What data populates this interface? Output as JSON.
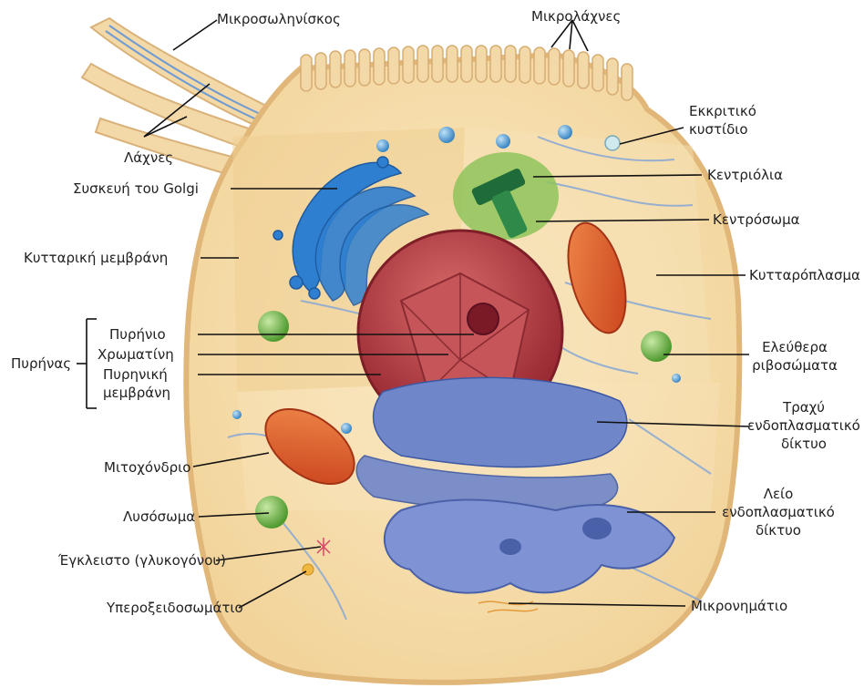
{
  "labels": {
    "mikrosolinisko": "Μικροσωληνίσκος",
    "mikrolaxnes": "Μικρολάχνες",
    "laxnes": "Λάχνες",
    "ekkritiko_kystidio": [
      "Εκκριτικό",
      "κυστίδιο"
    ],
    "golgi": "Συσκευή του Golgi",
    "kentriolia": "Κεντριόλια",
    "kentrosoma": "Κεντρόσωμα",
    "kyttariki_membrani": "Κυτταρική μεμβράνη",
    "kyttaroplasma": "Κυτταρόπλασμα",
    "pyrinas": "Πυρήνας",
    "pyrinio": "Πυρήνιο",
    "chromatini": "Χρωματίνη",
    "pyriniki_membrani": [
      "Πυρηνική",
      "μεμβράνη"
    ],
    "eleuthera_ribosomata": [
      "Ελεύθερα",
      "ριβοσώματα"
    ],
    "trachy_er": [
      "Τραχύ",
      "ενδοπλασματικό",
      "δίκτυο"
    ],
    "mitochondrio": "Μιτοχόνδριο",
    "leio_er": [
      "Λείο",
      "ενδοπλασματικό",
      "δίκτυο"
    ],
    "lysosoma": "Λυσόσωμα",
    "egkleisto": "Έγκλειστο (γλυκογόνου)",
    "yperoxeidosomatio": "Υπεροξειδοσωμάτιο",
    "mikronimatio": "Μικρονημάτιο"
  },
  "colors": {
    "cytoplasm": "#f6dca8",
    "membrane": "#e9c28a",
    "golgi": "#2f7fd0",
    "nucleus": "#b8383f",
    "er": "#6f86c9",
    "mitochondria": "#e2572a",
    "centrosome": "#8fc35a",
    "centriole": "#1f6b3a",
    "lysosome": "#73b84a",
    "vesicle": "#5aa6dd",
    "leader_line": "#111111"
  }
}
